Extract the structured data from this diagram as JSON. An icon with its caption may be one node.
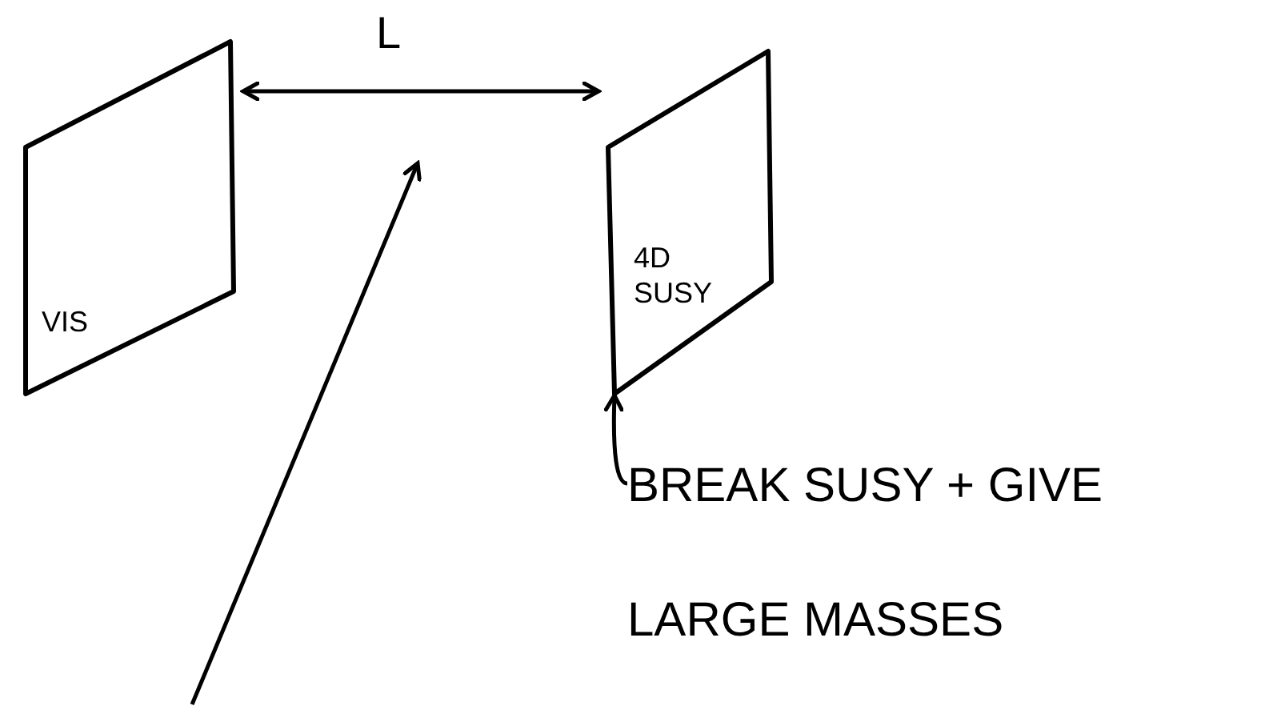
{
  "diagram": {
    "nodes": [
      {
        "text": [
          "VIS"
        ]
      },
      {
        "text": [
          "4D SUSY"
        ]
      },
      {
        "text": [
          "BREAK SUSY + GIVE LARGE MASSES"
        ]
      }
    ],
    "edges": [
      {
        "from": 0,
        "to": 1,
        "arrow": "both",
        "label": "L"
      },
      {
        "from": 2,
        "to": 1,
        "arrow": "to"
      }
    ]
  }
}
